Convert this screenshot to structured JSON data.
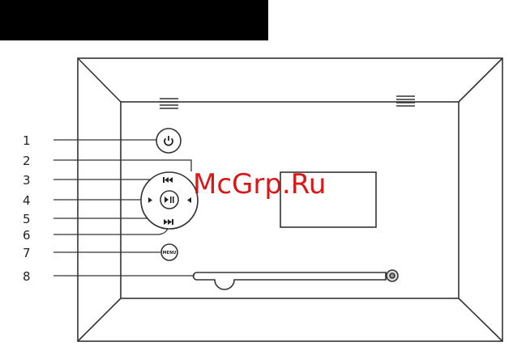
{
  "colors": {
    "background": "#ffffff",
    "header_bar": "#000000",
    "line": "#333333",
    "watermark": "#d40000"
  },
  "callouts": [
    {
      "number": "1",
      "target": "power-button"
    },
    {
      "number": "2",
      "target": "control-ring"
    },
    {
      "number": "3",
      "target": "previous-button"
    },
    {
      "number": "4",
      "target": "left-button"
    },
    {
      "number": "5",
      "target": "play-pause-button"
    },
    {
      "number": "6",
      "target": "next-button"
    },
    {
      "number": "7",
      "target": "menu-button"
    },
    {
      "number": "8",
      "target": "stand"
    }
  ],
  "buttons": {
    "power": {
      "icon": "power-icon"
    },
    "previous": {
      "icon": "skip-previous-icon"
    },
    "left": {
      "icon": "arrow-left-icon"
    },
    "play_pause": {
      "icon": "play-pause-icon"
    },
    "right": {
      "icon": "arrow-right-icon"
    },
    "next": {
      "icon": "skip-next-icon"
    },
    "menu": {
      "icon": "menu-icon",
      "label": "MENU"
    }
  },
  "watermark": {
    "text": "McGrp.Ru"
  }
}
